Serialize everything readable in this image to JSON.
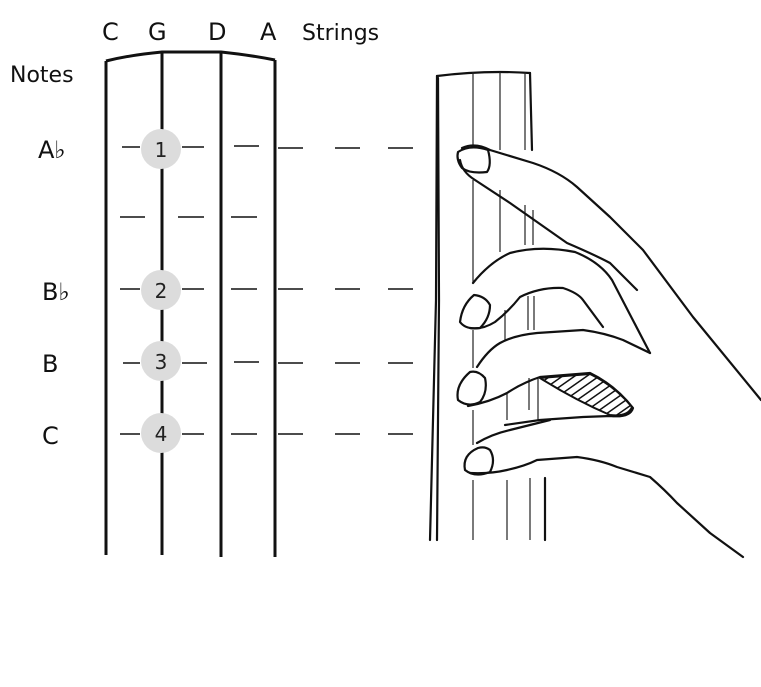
{
  "header": {
    "string_labels": [
      "C",
      "G",
      "D",
      "A"
    ],
    "strings_title": "Strings",
    "notes_title": "Notes"
  },
  "rows": [
    {
      "note": "A♭",
      "finger": "1"
    },
    {
      "note": "",
      "finger": ""
    },
    {
      "note": "B♭",
      "finger": "2"
    },
    {
      "note": "B",
      "finger": "3"
    },
    {
      "note": "C",
      "finger": "4"
    }
  ],
  "colors": {
    "finger_circle": "#dcdcdc",
    "line": "#111111"
  }
}
